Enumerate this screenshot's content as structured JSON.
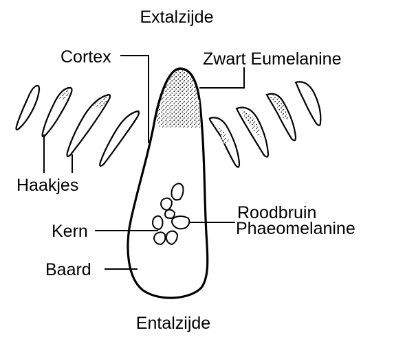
{
  "diagram": {
    "labels": {
      "top": "Extalzijde",
      "bottom": "Entalzijde",
      "cortex": "Cortex",
      "eumelanin": "Zwart Eumelanine",
      "hooks": "Haakjes",
      "phaeo_line1": "Roodbruin",
      "phaeo_line2": "Phaeomelanine",
      "nucleus": "Kern",
      "barb": "Baard"
    },
    "colors": {
      "ink": "#000000",
      "background": "#ffffff",
      "pigment_dots": "#000000"
    }
  }
}
